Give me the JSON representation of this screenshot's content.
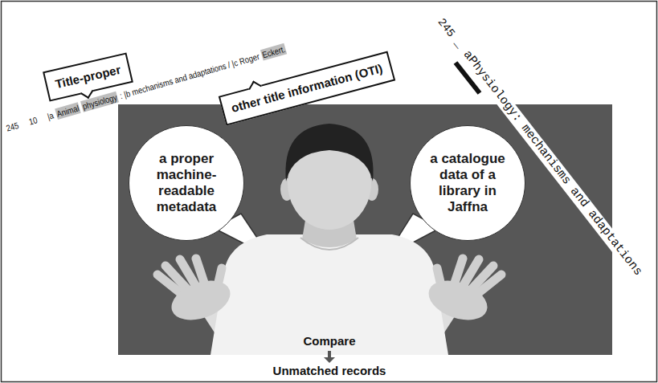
{
  "diagram": {
    "nodes": [
      {
        "text": [
          "Title-proper"
        ]
      },
      {
        "text": [
          "other title information (OTI)"
        ]
      },
      {
        "text": [
          "a proper machine-readable metadata"
        ]
      },
      {
        "text": [
          "a catalogue data of a library in Jaffna"
        ]
      }
    ],
    "labels": [
      "245",
      "10",
      "|a",
      "Animal",
      "physiology",
      ": |b mechanisms and adaptations / |c Roger",
      "Eckert.",
      "245",
      "_ aPhysiology: mechanisms and adaptations",
      "Compare",
      "Unmatched records"
    ]
  }
}
